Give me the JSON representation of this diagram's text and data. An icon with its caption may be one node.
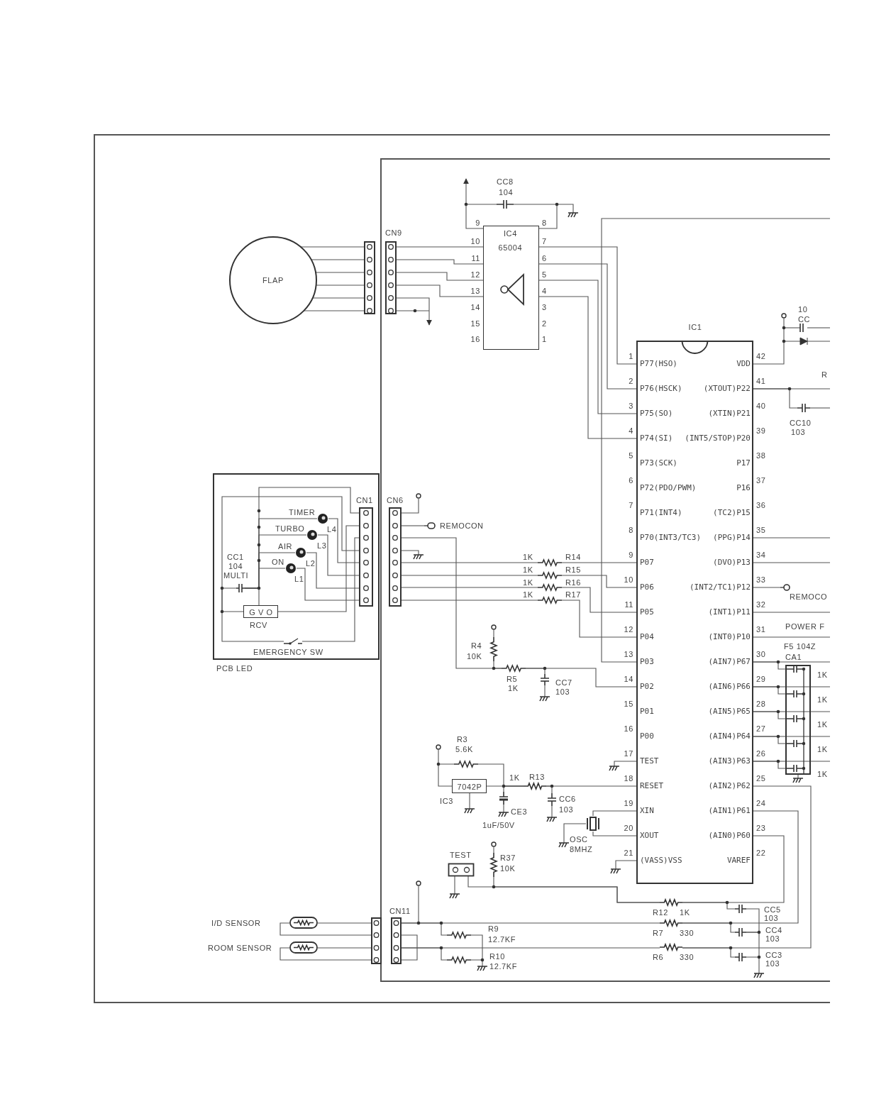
{
  "diagram": {
    "nodes": [
      {
        "text": [
          "FLAP"
        ]
      },
      {
        "text": [],
        "shape": "connector"
      },
      {
        "text": [
          "CN9"
        ]
      },
      {
        "text": [
          "IC4",
          "65004"
        ],
        "beside": [
          "9",
          "10",
          "11",
          "12",
          "13",
          "14",
          "15",
          "16",
          "8",
          "7",
          "6",
          "5",
          "4",
          "3",
          "2",
          "1"
        ]
      },
      {
        "text": [
          "IC1",
          "P77(HSO)",
          "VDD",
          "P76(HSCK)",
          "(XTOUT)P22",
          "P75(SO)",
          "(XTIN)P21",
          "P74(SI)",
          "(INT5/STOP)P20",
          "P73(SCK)",
          "P17",
          "P72(PDO/PWM)",
          "P16",
          "P71(INT4)",
          "(TC2)P15",
          "P70(INT3/TC3)",
          "(PPG)P14",
          "P07",
          "(DVO)P13",
          "P06",
          "(INT2/TC1)P12",
          "P05",
          "(INT1)P11",
          "P04",
          "(INT0)P10",
          "P03",
          "(AIN7)P67",
          "P02",
          "(AIN6)P66",
          "P01",
          "(AIN5)P65",
          "P00",
          "(AIN4)P64",
          "TEST",
          "(AIN3)P63",
          "RESET",
          "(AIN2)P62",
          "XIN",
          "(AIN1)P61",
          "XOUT",
          "(AIN0)P60",
          "(VASS)VSS",
          "VAREF"
        ],
        "beside": [
          "1",
          "42",
          "2",
          "41",
          "3",
          "40",
          "4",
          "39",
          "5",
          "38",
          "6",
          "37",
          "7",
          "36",
          "8",
          "35",
          "9",
          "34",
          "10",
          "33",
          "11",
          "32",
          "12",
          "31",
          "13",
          "30",
          "14",
          "29",
          "15",
          "28",
          "16",
          "27",
          "17",
          "26",
          "18",
          "25",
          "19",
          "24",
          "20",
          "23",
          "21",
          "22"
        ]
      },
      {
        "text": [
          "PCB LED"
        ]
      },
      {
        "text": [
          "CN1"
        ],
        "in": 5
      },
      {
        "text": [],
        "shape": "led",
        "in": 5,
        "beside": [
          "TIMER",
          "L4"
        ]
      },
      {
        "text": [],
        "shape": "led",
        "in": 5,
        "beside": [
          "TURBO",
          "L3"
        ]
      },
      {
        "text": [],
        "shape": "led",
        "in": 5,
        "beside": [
          "AIR",
          "L2"
        ]
      },
      {
        "text": [],
        "shape": "led",
        "in": 5,
        "beside": [
          "ON",
          "L1"
        ]
      },
      {
        "text": [
          "G V O"
        ],
        "in": 5,
        "beside": [
          "RCV"
        ]
      },
      {
        "text": [],
        "shape": "capacitor",
        "in": 5,
        "beside": [
          "CC1",
          "104",
          "MULTI"
        ]
      },
      {
        "text": [],
        "shape": "switch",
        "in": 5,
        "beside": [
          "EMERGENCY SW"
        ]
      },
      {
        "text": [
          "CN6"
        ]
      },
      {
        "text": [],
        "shape": "terminal",
        "beside": [
          "REMOCON"
        ]
      },
      {
        "text": [],
        "shape": "resistor",
        "beside": [
          "1K",
          "R14"
        ]
      },
      {
        "text": [],
        "shape": "resistor",
        "beside": [
          "1K",
          "R15"
        ]
      },
      {
        "text": [],
        "shape": "resistor",
        "beside": [
          "1K",
          "R16"
        ]
      },
      {
        "text": [],
        "shape": "resistor",
        "beside": [
          "1K",
          "R17"
        ]
      },
      {
        "text": [],
        "shape": "resistor",
        "beside": [
          "R4",
          "10K"
        ]
      },
      {
        "text": [],
        "shape": "resistor",
        "beside": [
          "R5",
          "1K"
        ]
      },
      {
        "text": [],
        "shape": "capacitor",
        "beside": [
          "CC7",
          "103"
        ]
      },
      {
        "text": [],
        "shape": "resistor",
        "beside": [
          "R3",
          "5.6K"
        ]
      },
      {
        "text": [
          "7042P"
        ],
        "beside": [
          "IC3"
        ]
      },
      {
        "text": [],
        "shape": "capacitor",
        "beside": [
          "CE3",
          "1uF/50V"
        ]
      },
      {
        "text": [],
        "shape": "resistor",
        "beside": [
          "1K",
          "R13"
        ]
      },
      {
        "text": [],
        "shape": "capacitor",
        "beside": [
          "CC6",
          "103"
        ]
      },
      {
        "text": [],
        "shape": "crystal",
        "beside": [
          "OSC",
          "8MHZ"
        ]
      },
      {
        "text": [
          "TEST"
        ]
      },
      {
        "text": [],
        "shape": "resistor",
        "beside": [
          "R37",
          "10K"
        ]
      },
      {
        "text": [],
        "shape": "thermistor",
        "beside": [
          "I/D SENSOR"
        ]
      },
      {
        "text": [],
        "shape": "thermistor",
        "beside": [
          "ROOM SENSOR"
        ]
      },
      {
        "text": [],
        "shape": "connector"
      },
      {
        "text": [
          "CN11"
        ]
      },
      {
        "text": [],
        "shape": "resistor",
        "beside": [
          "R9",
          "12.7KF"
        ]
      },
      {
        "text": [],
        "shape": "resistor",
        "beside": [
          "R10",
          "12.7KF"
        ]
      },
      {
        "text": [],
        "shape": "resistor",
        "beside": [
          "R12",
          "1K"
        ]
      },
      {
        "text": [],
        "shape": "resistor",
        "beside": [
          "R7",
          "330"
        ]
      },
      {
        "text": [],
        "shape": "resistor",
        "beside": [
          "R6",
          "330"
        ]
      },
      {
        "text": [],
        "shape": "capacitor",
        "beside": [
          "CC5",
          "103"
        ]
      },
      {
        "text": [],
        "shape": "capacitor",
        "beside": [
          "CC4",
          "103"
        ]
      },
      {
        "text": [],
        "shape": "capacitor",
        "beside": [
          "CC3",
          "103"
        ]
      },
      {
        "text": [],
        "shape": "capacitor",
        "beside": [
          "CC8",
          "104"
        ]
      },
      {
        "text": [
          "CA1"
        ],
        "beside": [
          "F5 104Z"
        ]
      },
      {
        "text": [],
        "shape": "capacitor",
        "beside": [
          "CC10",
          "103"
        ]
      },
      {
        "text": [],
        "shape": "terminal",
        "beside": [
          "REMOCO"
        ]
      }
    ],
    "edges": [
      {
        "from": 0,
        "to": 1,
        "arrow": "none"
      },
      {
        "from": 0,
        "to": 1,
        "arrow": "none"
      },
      {
        "from": 0,
        "to": 1,
        "arrow": "none"
      },
      {
        "from": 0,
        "to": 1,
        "arrow": "none"
      },
      {
        "from": 0,
        "to": 1,
        "arrow": "none"
      },
      {
        "from": 0,
        "to": 1,
        "arrow": "none"
      },
      {
        "from": 2,
        "to": 3,
        "arrow": "none"
      },
      {
        "from": 2,
        "to": 3,
        "arrow": "none"
      },
      {
        "from": 2,
        "to": 3,
        "arrow": "none"
      },
      {
        "from": 2,
        "to": 3,
        "arrow": "none"
      },
      {
        "from": 3,
        "to": 4,
        "arrow": "none"
      },
      {
        "from": 3,
        "to": 4,
        "arrow": "none"
      },
      {
        "from": 3,
        "to": 4,
        "arrow": "none"
      },
      {
        "from": 3,
        "to": 4,
        "arrow": "none"
      },
      {
        "from": 43,
        "to": 3,
        "arrow": "none"
      },
      {
        "from": 43,
        "to": 3,
        "arrow": "none"
      },
      {
        "from": 12,
        "to": 6,
        "arrow": "none"
      },
      {
        "from": 11,
        "to": 6,
        "arrow": "none"
      },
      {
        "from": 11,
        "to": 6,
        "arrow": "none"
      },
      {
        "from": 13,
        "to": 6,
        "arrow": "none"
      },
      {
        "from": 12,
        "to": 11,
        "arrow": "none"
      },
      {
        "from": 13,
        "to": 12,
        "arrow": "none"
      },
      {
        "from": 7,
        "to": 6,
        "arrow": "none"
      },
      {
        "from": 8,
        "to": 6,
        "arrow": "none"
      },
      {
        "from": 9,
        "to": 6,
        "arrow": "none"
      },
      {
        "from": 10,
        "to": 6,
        "arrow": "none"
      },
      {
        "from": 14,
        "to": 15,
        "arrow": "none"
      },
      {
        "from": 14,
        "to": 21,
        "arrow": "none"
      },
      {
        "from": 14,
        "to": 16,
        "arrow": "none"
      },
      {
        "from": 14,
        "to": 17,
        "arrow": "none"
      },
      {
        "from": 14,
        "to": 18,
        "arrow": "none"
      },
      {
        "from": 14,
        "to": 19,
        "arrow": "none"
      },
      {
        "from": 16,
        "to": 4,
        "arrow": "none"
      },
      {
        "from": 17,
        "to": 4,
        "arrow": "none"
      },
      {
        "from": 18,
        "to": 4,
        "arrow": "none"
      },
      {
        "from": 19,
        "to": 4,
        "arrow": "none"
      },
      {
        "from": 20,
        "to": 21,
        "arrow": "none"
      },
      {
        "from": 21,
        "to": 22,
        "arrow": "none"
      },
      {
        "from": 21,
        "to": 4,
        "arrow": "none"
      },
      {
        "from": 23,
        "to": 26,
        "arrow": "none"
      },
      {
        "from": 24,
        "to": 26,
        "arrow": "none"
      },
      {
        "from": 25,
        "to": 26,
        "arrow": "none"
      },
      {
        "from": 26,
        "to": 27,
        "arrow": "none"
      },
      {
        "from": 26,
        "to": 4,
        "arrow": "none"
      },
      {
        "from": 28,
        "to": 4,
        "arrow": "none"
      },
      {
        "from": 28,
        "to": 4,
        "arrow": "none"
      },
      {
        "from": 29,
        "to": 37,
        "arrow": "none"
      },
      {
        "from": 30,
        "to": 37,
        "arrow": "none"
      },
      {
        "from": 37,
        "to": 4,
        "arrow": "none"
      },
      {
        "from": 37,
        "to": 40,
        "arrow": "none"
      },
      {
        "from": 31,
        "to": 33,
        "arrow": "none"
      },
      {
        "from": 31,
        "to": 33,
        "arrow": "none"
      },
      {
        "from": 32,
        "to": 33,
        "arrow": "none"
      },
      {
        "from": 32,
        "to": 33,
        "arrow": "none"
      },
      {
        "from": 34,
        "to": 38,
        "arrow": "none"
      },
      {
        "from": 34,
        "to": 35,
        "arrow": "none"
      },
      {
        "from": 34,
        "to": 39,
        "arrow": "none"
      },
      {
        "from": 34,
        "to": 36,
        "arrow": "none"
      },
      {
        "from": 35,
        "to": 36,
        "arrow": "none"
      },
      {
        "from": 38,
        "to": 4,
        "arrow": "none"
      },
      {
        "from": 39,
        "to": 4,
        "arrow": "none"
      },
      {
        "from": 38,
        "to": 41,
        "arrow": "none"
      },
      {
        "from": 39,
        "to": 42,
        "arrow": "none"
      },
      {
        "from": 4,
        "to": 45,
        "arrow": "none"
      },
      {
        "from": 4,
        "to": null,
        "arrow": "none"
      },
      {
        "from": 4,
        "to": 46,
        "arrow": "none"
      },
      {
        "from": 4,
        "to": null,
        "arrow": "none"
      },
      {
        "from": 4,
        "to": null,
        "arrow": "none"
      },
      {
        "from": 4,
        "to": null,
        "arrow": "none"
      },
      {
        "from": 4,
        "to": null,
        "arrow": "none"
      },
      {
        "from": 4,
        "to": 44,
        "arrow": "none"
      },
      {
        "from": 4,
        "to": 44,
        "arrow": "none"
      },
      {
        "from": 4,
        "to": 44,
        "arrow": "none"
      },
      {
        "from": 4,
        "to": 44,
        "arrow": "none"
      },
      {
        "from": 4,
        "to": 44,
        "arrow": "none"
      },
      {
        "from": 4,
        "to": null,
        "arrow": "none"
      },
      {
        "from": 4,
        "to": null,
        "arrow": "none"
      },
      {
        "from": 4,
        "to": null,
        "arrow": "none"
      },
      {
        "from": 4,
        "to": null,
        "arrow": "none"
      },
      {
        "from": 4,
        "to": null,
        "arrow": "none"
      },
      {
        "from": 4,
        "to": null,
        "arrow": "none"
      },
      {
        "from": 23,
        "to": 24,
        "arrow": "none"
      },
      {
        "from": 40,
        "to": 41,
        "arrow": "none"
      },
      {
        "from": 41,
        "to": 42,
        "arrow": "none"
      },
      {
        "from": 12,
        "to": 7,
        "arrow": "none"
      },
      {
        "from": 12,
        "to": 8,
        "arrow": "none"
      },
      {
        "from": 12,
        "to": 9,
        "arrow": "none"
      },
      {
        "from": 12,
        "to": 10,
        "arrow": "none"
      }
    ],
    "labels": [
      "10",
      "CC",
      "R",
      "POWER F",
      "1K",
      "1K",
      "1K",
      "1K",
      "1K"
    ]
  }
}
